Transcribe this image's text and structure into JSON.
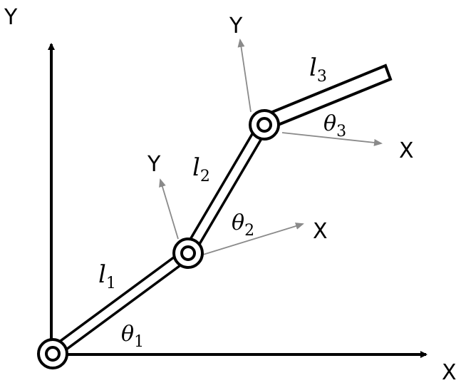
{
  "base_frame": {
    "x_label": "X",
    "y_label": "Y"
  },
  "frame2": {
    "x_label": "X",
    "y_label": "Y"
  },
  "frame3": {
    "x_label": "X",
    "y_label": "Y"
  },
  "links": [
    {
      "symbol": "l",
      "index": "1"
    },
    {
      "symbol": "l",
      "index": "2"
    },
    {
      "symbol": "l",
      "index": "3"
    }
  ],
  "angles": [
    {
      "symbol": "θ",
      "index": "1"
    },
    {
      "symbol": "θ",
      "index": "2"
    },
    {
      "symbol": "θ",
      "index": "3"
    }
  ],
  "colors": {
    "ink": "#000000",
    "frame_arrow": "#8a8a8a"
  }
}
